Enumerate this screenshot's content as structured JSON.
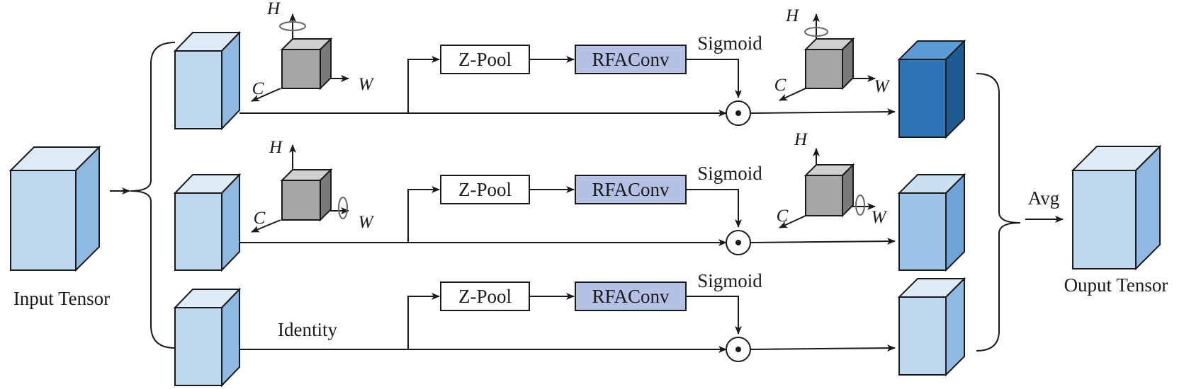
{
  "input_label": "Input Tensor",
  "output_label": "Ouput Tensor",
  "avg_label": "Avg",
  "identity_label": "Identity",
  "zpool_label": "Z-Pool",
  "rfaconv_label": "RFAConv",
  "sigmoid_label": "Sigmoid",
  "product_symbol": "⊙",
  "axes": {
    "h": "H",
    "w": "W",
    "c": "C"
  },
  "colors": {
    "tensor_front": "#bdd7ee",
    "tensor_top": "#ddebf7",
    "tensor_side": "#8fb9e0",
    "branch1_out_front": "#2e75b6",
    "branch1_out_top": "#5b9bd5",
    "branch1_out_side": "#1f5a91",
    "branch2_out_front": "#9dc3e6",
    "branch2_out_top": "#c9dff2",
    "branch2_out_side": "#6fa3d6",
    "cube_front": "#a6a6a6",
    "cube_top": "#d0d0d0",
    "cube_side": "#7a7a7a",
    "rfaconv_fill": "#b4c0e4"
  }
}
